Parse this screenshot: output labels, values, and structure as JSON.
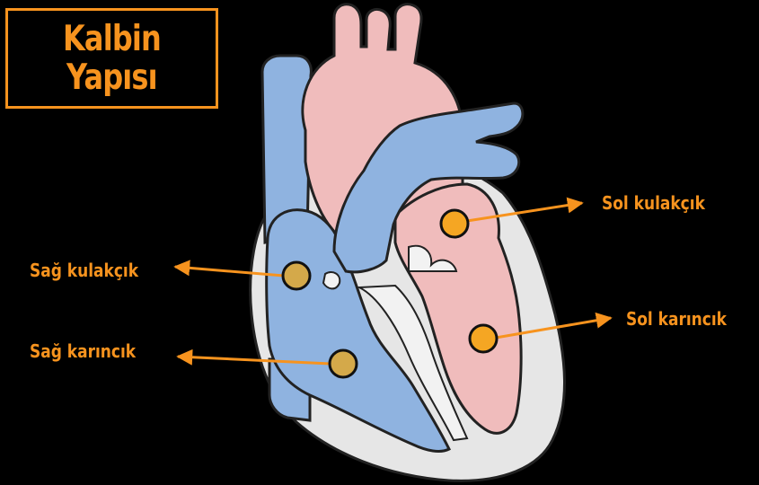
{
  "title": {
    "line1": "Kalbin",
    "line2": "Yapısı"
  },
  "labels": {
    "right_atrium": "Sağ kulakçık",
    "right_ventricle": "Sağ karıncık",
    "left_atrium": "Sol kulakçık",
    "left_ventricle": "Sol karıncık"
  },
  "colors": {
    "background": "#000000",
    "accent": "#f7931e",
    "marker_fill": "#d4a94a",
    "marker_fill_bright": "#f5a623",
    "venous_blue": "#8fb3e0",
    "arterial_pink": "#f0bcbc",
    "heart_wall": "#e6e6e6"
  }
}
